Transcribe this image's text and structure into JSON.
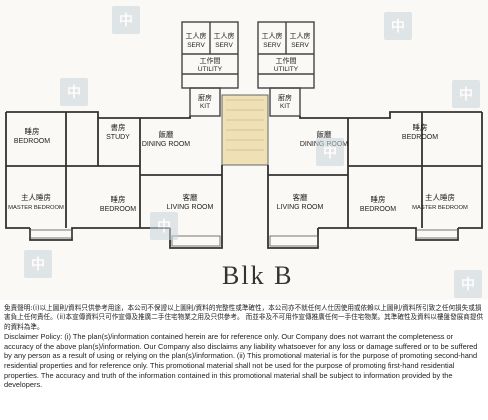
{
  "block_title": "Blk B",
  "rooms": {
    "serv_ll": {
      "zh": "工人房",
      "en": "SERV"
    },
    "serv_lr": {
      "zh": "工人房",
      "en": "SERV"
    },
    "serv_rl": {
      "zh": "工人房",
      "en": "SERV"
    },
    "serv_rr": {
      "zh": "工人房",
      "en": "SERV"
    },
    "utility_l": {
      "zh": "工作間",
      "en": "UTILITY"
    },
    "utility_r": {
      "zh": "工作間",
      "en": "UTILITY"
    },
    "kit_l": {
      "zh": "廚房",
      "en": "KIT"
    },
    "kit_r": {
      "zh": "廚房",
      "en": "KIT"
    },
    "bedroom_ul": {
      "zh": "睡房",
      "en": "BEDROOM"
    },
    "study": {
      "zh": "書房",
      "en": "STUDY"
    },
    "dining_l": {
      "zh": "飯廳",
      "en": "DINING ROOM"
    },
    "dining_r": {
      "zh": "飯廳",
      "en": "DINING ROOM"
    },
    "bedroom_ur": {
      "zh": "睡房",
      "en": "BEDROOM"
    },
    "master_l": {
      "zh": "主人睡房",
      "en": "MASTER BEDROOM"
    },
    "bedroom_ll": {
      "zh": "睡房",
      "en": "BEDROOM"
    },
    "living_l": {
      "zh": "客廳",
      "en": "LIVING ROOM"
    },
    "living_r": {
      "zh": "客廳",
      "en": "LIVING ROOM"
    },
    "bedroom_lr": {
      "zh": "睡房",
      "en": "BEDROOM"
    },
    "master_r": {
      "zh": "主人睡房",
      "en": "MASTER BEDROOM"
    }
  },
  "watermark_glyph": "中",
  "disclaimer": {
    "chinese": "免責聲明:(i)以上圖則/資料只供參考用途，本公司不保證以上圖則/資料的完整性或準確性，本公司亦不就任何人仕因使用或依賴以上圖則/資料所引致之任何損失或損害負上任何責任。(ii)本宣傳資料只可作宣傳及推廣二手住宅物業之用及只供參考。 而並非及不可用作宣傳推廣任何一手住宅物業。其準確性及資料以樓盤發展商提供的資料為準。",
    "english": "Disclaimer Policy: (i) The plan(s)/information contained herein are for reference only. Our Company does not warrant the completeness or accuracy of the above plan(s)/information. Our Company also disclaims any liability whatsoever for any loss or damage suffered or to be suffered by any person as a result of using or relying on the plan(s)/information. (ii) This promotional material is for the purpose of promoting second-hand residential properties and for reference only. This promotional material shall not be used for the purpose of promoting first-hand residential properties. The accuracy and truth of the information contained in this promotional material shall be subject to information provided by the developers."
  }
}
